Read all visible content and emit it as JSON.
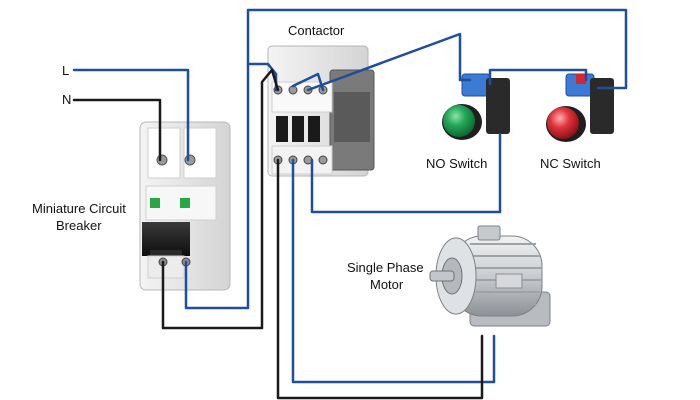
{
  "labels": {
    "line": "L",
    "neutral": "N",
    "contactor": "Contactor",
    "no_switch": "NO Switch",
    "nc_switch": "NC Switch",
    "breaker_line1": "Miniature Circuit",
    "breaker_line2": "Breaker",
    "motor_line1": "Single Phase",
    "motor_line2": "Motor"
  },
  "colors": {
    "line_wire": "#1f4e9c",
    "neutral_wire": "#1a1a1a",
    "no_button": "#1fa154",
    "nc_button": "#d8262f",
    "contactor_body": "#e6e6e6",
    "contactor_dark": "#6e6e6e"
  }
}
